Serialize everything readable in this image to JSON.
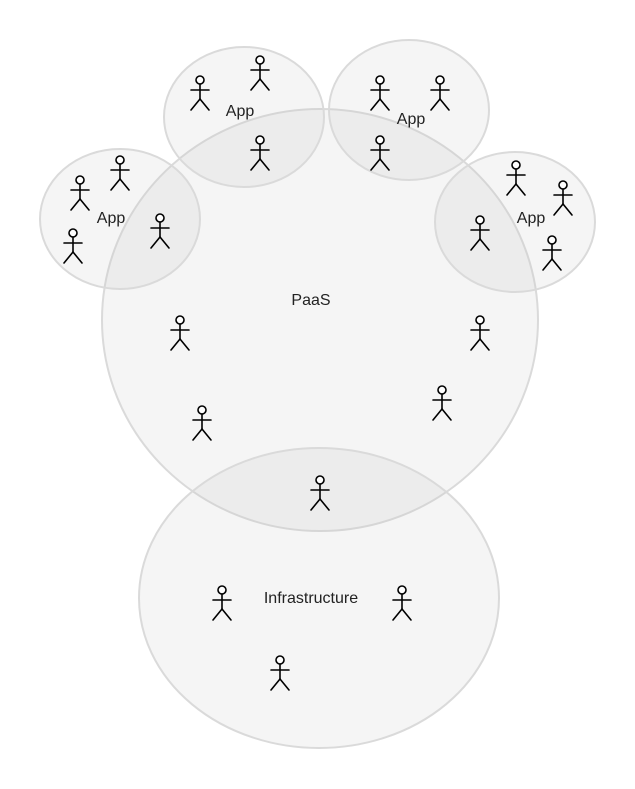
{
  "diagram": {
    "zones": [
      {
        "id": "paas",
        "label": "PaaS"
      },
      {
        "id": "infrastructure",
        "label": "Infrastructure"
      },
      {
        "id": "app-top-left",
        "label": "App"
      },
      {
        "id": "app-top-right",
        "label": "App"
      },
      {
        "id": "app-left",
        "label": "App"
      },
      {
        "id": "app-right",
        "label": "App"
      }
    ],
    "icons": {
      "person": "user-stick-figure-icon"
    },
    "colors": {
      "zone_fill": "#f4f4f4",
      "zone_stroke": "#dadada",
      "figure": "#000000"
    }
  }
}
